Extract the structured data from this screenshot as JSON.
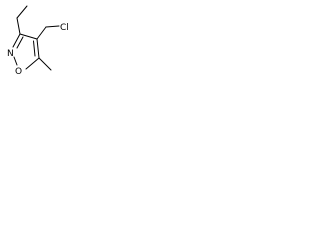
{
  "molecule": {
    "atoms": {
      "chlorine": "Cl",
      "nitrogen": "N",
      "oxygen": "O"
    },
    "colors": {
      "bond": "#000000",
      "label": "#000000",
      "background": "#ffffff"
    }
  }
}
